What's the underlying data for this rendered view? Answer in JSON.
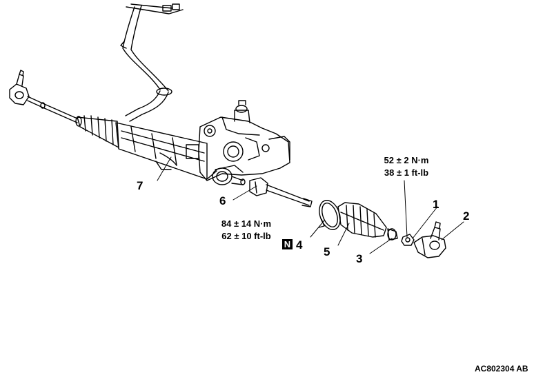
{
  "callouts": {
    "c1": "1",
    "c2": "2",
    "c3": "3",
    "c4": "4",
    "c5": "5",
    "c6": "6",
    "c7": "7"
  },
  "torque_upper": {
    "line1": "52 ± 2 N·m",
    "line2": "38 ± 1 ft-lb"
  },
  "torque_lower": {
    "line1": "84 ± 14 N·m",
    "line2": "62 ± 10 ft-lb"
  },
  "new_part_marker": "N",
  "figure_code": "AC802304 AB",
  "line_color": "#000000"
}
